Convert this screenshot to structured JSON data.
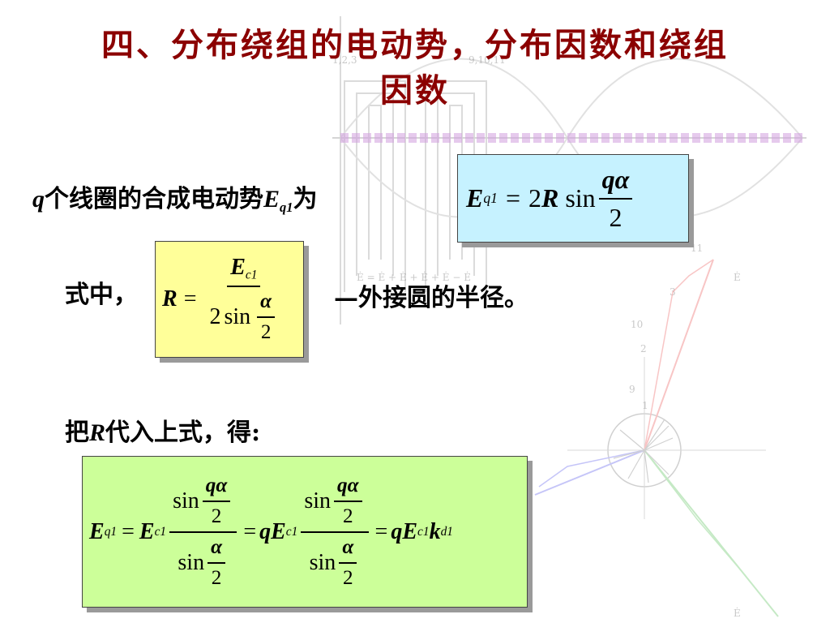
{
  "title": {
    "line1": "四、分布绕组的电动势，分布因数和绕组",
    "line2": "因数"
  },
  "intro": {
    "prefix": "q",
    "text": "个线圈的合成电动势",
    "symbol": "E",
    "symbol_sub": "q1",
    "suffix": "为"
  },
  "formula1": {
    "lhs": "E",
    "lhs_sub": "q1",
    "eq": "=",
    "coef": "2",
    "R": "R",
    "sin": "sin",
    "num": "qα",
    "den": "2"
  },
  "radius": {
    "prefix": "式中，",
    "R": "R",
    "eq": "=",
    "num": "E",
    "num_sub": "c1",
    "den_coef": "2",
    "sin": "sin",
    "den_num": "α",
    "den_den": "2",
    "suffix": "—外接圆的半径。"
  },
  "substitute": {
    "prefix": "把",
    "R": "R",
    "suffix": "代入上式，得:"
  },
  "formula2": {
    "lhs": "E",
    "lhs_sub": "q1",
    "eq": "=",
    "t1": "E",
    "t1_sub": "c1",
    "sin": "sin",
    "num": "qα",
    "two": "2",
    "alpha": "α",
    "t2_q": "q",
    "t2": "E",
    "t2_sub": "c1",
    "t3_q": "q",
    "t3": "E",
    "t3_sub": "c1",
    "k": "k",
    "k_sub": "d1"
  },
  "background": {
    "labels": [
      "1,2,3",
      "9,10,11",
      "11",
      "3",
      "10",
      "2",
      "9",
      "1"
    ],
    "equation_fragment": "Ė = Ė + Ė + Ė + Ė − Ė",
    "phasor_labels": [
      "Ė",
      "Ė"
    ]
  },
  "colors": {
    "title": "#8b0000",
    "box1": "#c6f2ff",
    "box2": "#ffff99",
    "box3": "#ccff99"
  }
}
